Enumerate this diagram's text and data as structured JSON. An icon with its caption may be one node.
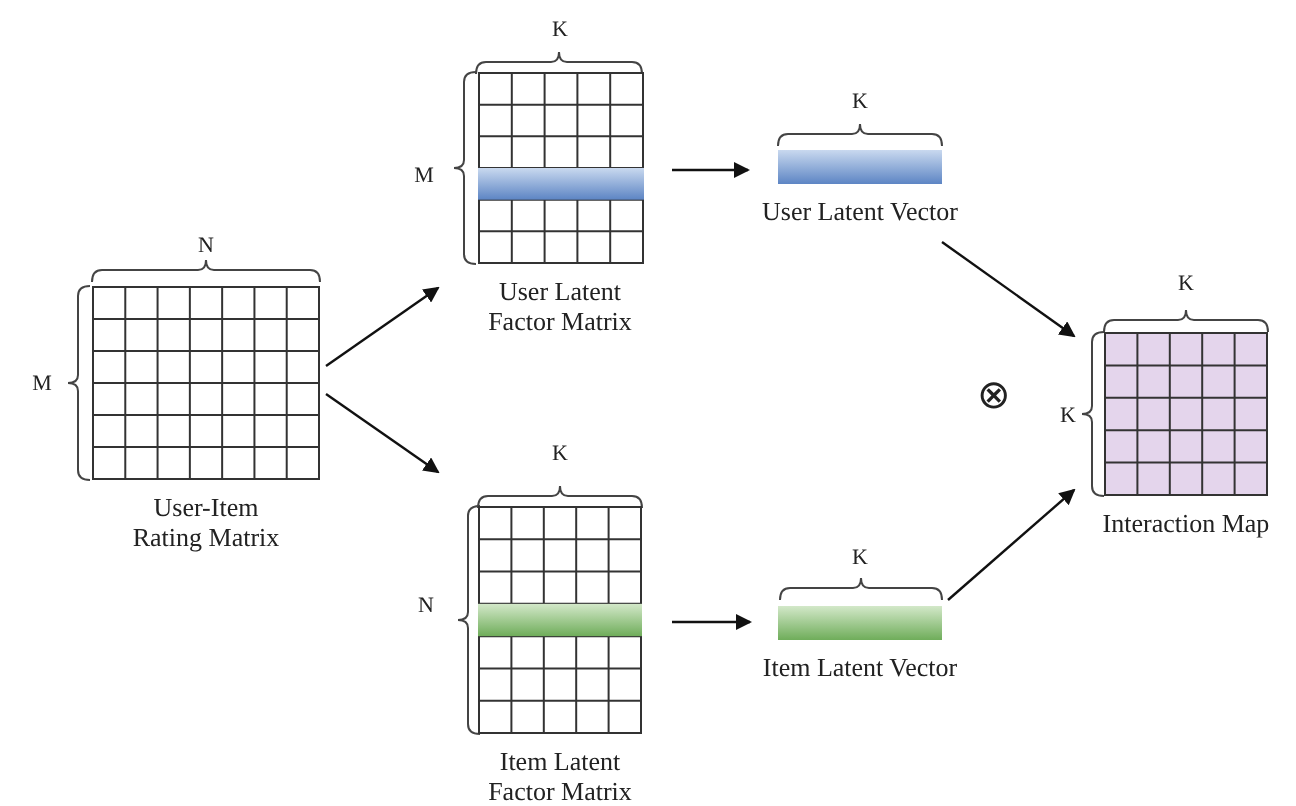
{
  "diagram": {
    "nodes": [
      {
        "text": [
          "User-Item Rating Matrix"
        ]
      },
      {
        "text": [
          "User Latent Factor Matrix"
        ]
      },
      {
        "text": [
          "User Latent Vector"
        ]
      },
      {
        "text": [
          "Item Latent Factor Matrix"
        ]
      },
      {
        "text": [
          "Item Latent Vector"
        ]
      },
      {
        "text": [
          "Interaction Map"
        ]
      }
    ],
    "edges": [
      {
        "from": 0,
        "to": 1,
        "arrow": "to"
      },
      {
        "from": 0,
        "to": 3,
        "arrow": "to"
      },
      {
        "from": 1,
        "to": 2,
        "arrow": "to"
      },
      {
        "from": 3,
        "to": 4,
        "arrow": "to"
      },
      {
        "from": 2,
        "to": 5,
        "arrow": "to"
      },
      {
        "from": 4,
        "to": 5,
        "arrow": "to"
      }
    ],
    "labels": [
      "K",
      "K",
      "M",
      "N",
      "K",
      "M",
      "⊗",
      "K",
      "K",
      "K",
      "N"
    ]
  }
}
